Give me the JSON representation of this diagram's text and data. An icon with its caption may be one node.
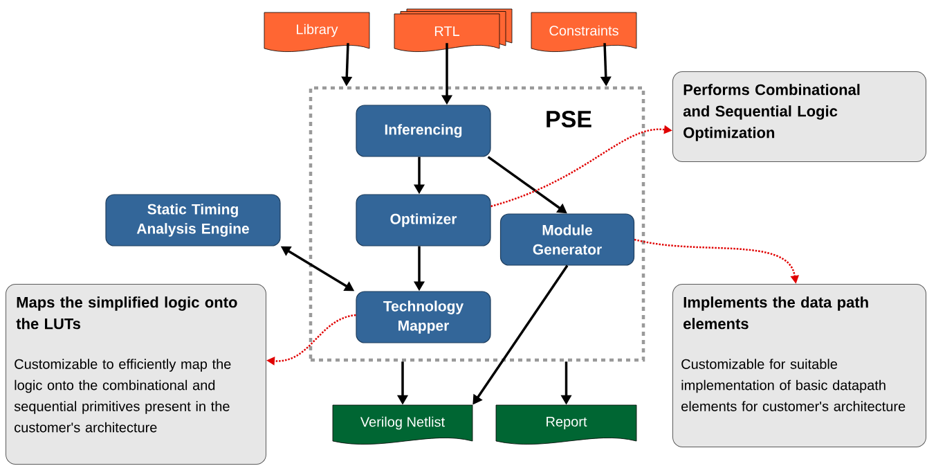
{
  "diagram": {
    "nodes": [
      {
        "text": [
          "Library"
        ]
      },
      {
        "text": [
          "RTL"
        ]
      },
      {
        "text": [
          "Constraints"
        ]
      },
      {
        "text": [
          "PSE"
        ]
      },
      {
        "text": [
          "Inferencing"
        ],
        "in": 3
      },
      {
        "text": [
          "Optimizer"
        ],
        "in": 3
      },
      {
        "text": [
          "Module Generator"
        ],
        "in": 3
      },
      {
        "text": [
          "Technology Mapper"
        ],
        "in": 3
      },
      {
        "text": [
          "Static Timing Analysis Engine"
        ]
      },
      {
        "text": [
          "Performs Combinational and Sequential Logic Optimization"
        ]
      },
      {
        "text": [
          "Maps the simplified logic onto the LUTs",
          "Customizable to efficiently map the logic onto the combinational and sequential primitives present in the customer's architecture"
        ]
      },
      {
        "text": [
          "Implements the data path elements",
          "Customizable for suitable implementation of basic datapath elements for customer's architecture"
        ]
      },
      {
        "text": [
          "Verilog Netlist"
        ]
      },
      {
        "text": [
          "Report"
        ]
      }
    ],
    "edges": [
      {
        "from": 0,
        "to": 3,
        "arrow": "to"
      },
      {
        "from": 1,
        "to": 4,
        "arrow": "to"
      },
      {
        "from": 2,
        "to": 3,
        "arrow": "to"
      },
      {
        "from": 4,
        "to": 5,
        "arrow": "to"
      },
      {
        "from": 4,
        "to": 6,
        "arrow": "to"
      },
      {
        "from": 5,
        "to": 7,
        "arrow": "to"
      },
      {
        "from": 8,
        "to": 7,
        "arrow": "both"
      },
      {
        "from": 5,
        "to": 9,
        "arrow": "to",
        "style": "dashed",
        "color": "#e00000"
      },
      {
        "from": 6,
        "to": 11,
        "arrow": "to",
        "style": "dashed",
        "color": "#e00000"
      },
      {
        "from": 7,
        "to": 10,
        "arrow": "to",
        "style": "dashed",
        "color": "#e00000"
      },
      {
        "from": 3,
        "to": 12,
        "arrow": "to"
      },
      {
        "from": 6,
        "to": 12,
        "arrow": "to"
      },
      {
        "from": 3,
        "to": 13,
        "arrow": "to"
      }
    ]
  }
}
